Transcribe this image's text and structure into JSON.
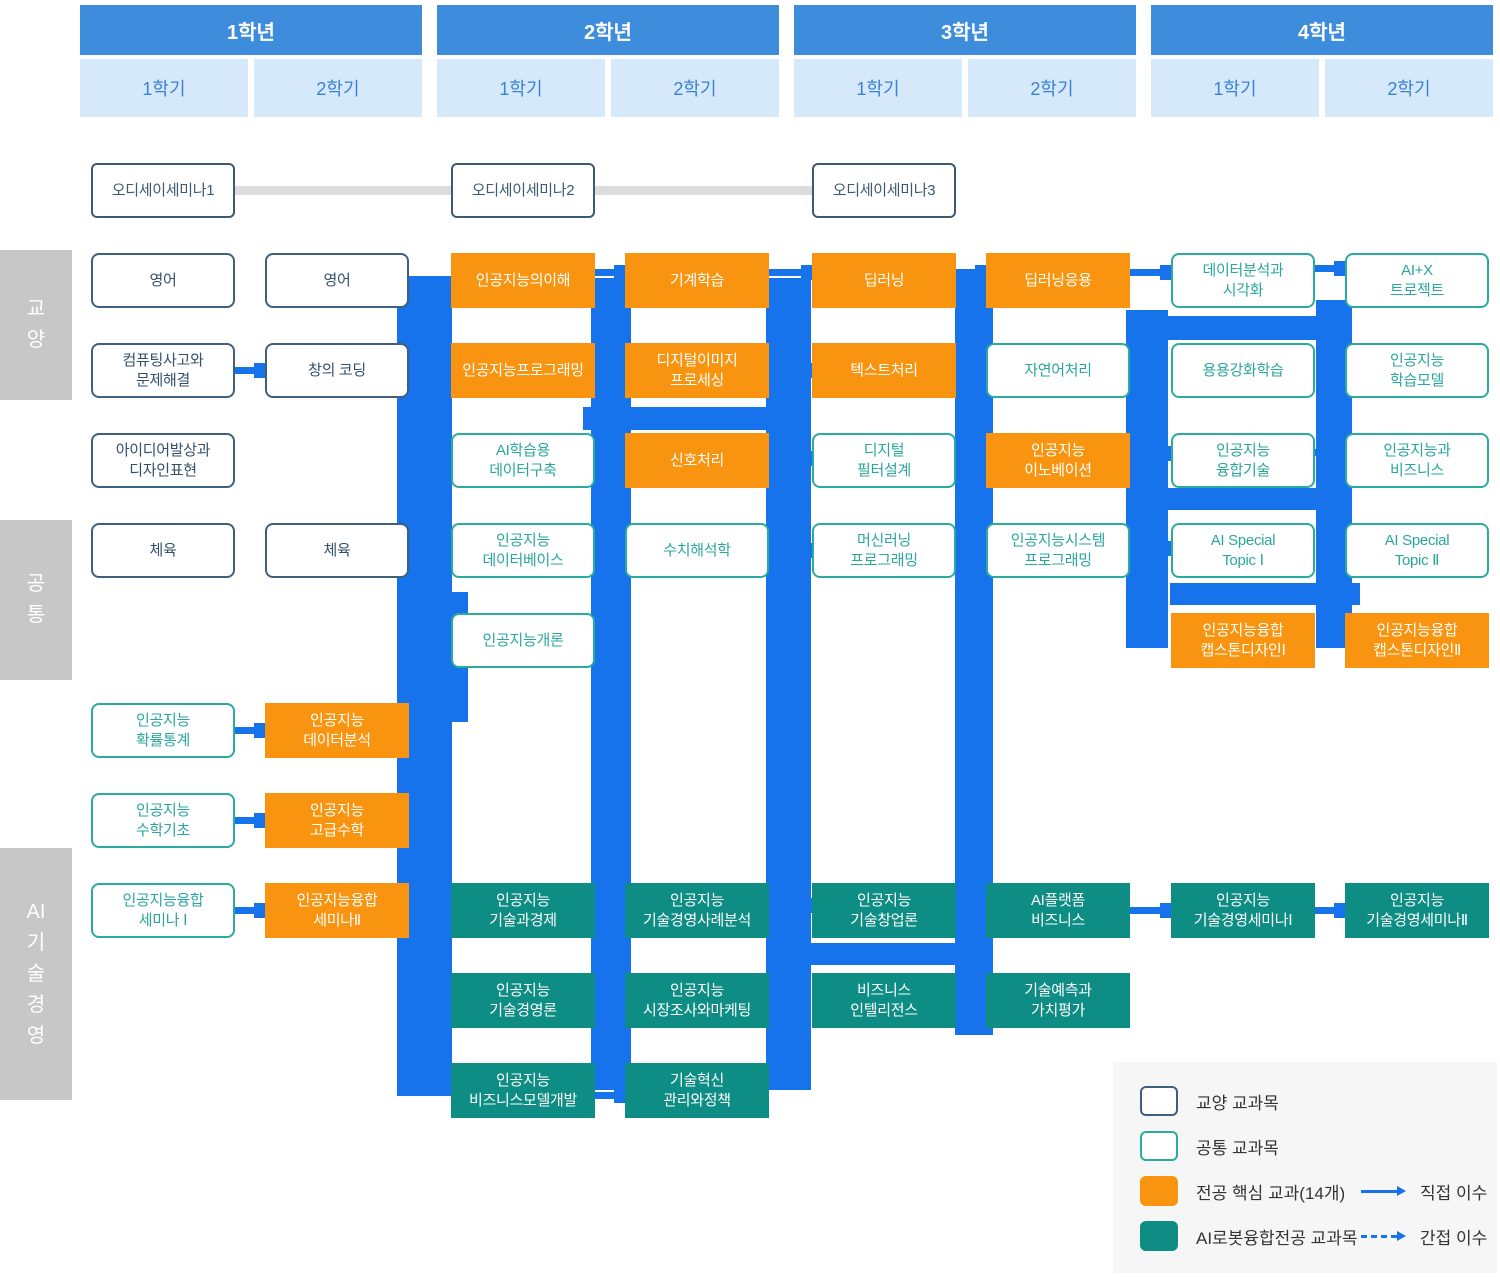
{
  "colors": {
    "year_header": "#3E8CDC",
    "semester_bg": "#D5E9FA",
    "semester_text": "#3B82D6",
    "connector_blue": "#1773EC",
    "core_orange": "#F8940F",
    "tech_teal": "#0E8D85",
    "common_border": "#2BAB9F",
    "liberal_border": "#3F5F7C",
    "section_gray": "#C7C7C7",
    "odyssey_connector_gray": "#DCDCDC",
    "legend_bg": "#F6F6F6"
  },
  "header": {
    "years": [
      {
        "label": "1학년",
        "semesters": [
          "1학기",
          "2학기"
        ]
      },
      {
        "label": "2학년",
        "semesters": [
          "1학기",
          "2학기"
        ]
      },
      {
        "label": "3학년",
        "semesters": [
          "1학기",
          "2학기"
        ]
      },
      {
        "label": "4학년",
        "semesters": [
          "1학기",
          "2학기"
        ]
      }
    ]
  },
  "sections": [
    {
      "id": "liberal",
      "text": "교\n양"
    },
    {
      "id": "common",
      "text": "공\n통"
    },
    {
      "id": "ai-tech",
      "text": "AI\n기\n술\n경\n영"
    }
  ],
  "odyssey": [
    {
      "label": "오디세이세미나1",
      "col": 1
    },
    {
      "label": "오디세이세미나2",
      "col": 3
    },
    {
      "label": "오디세이세미나3",
      "col": 5
    }
  ],
  "courses": [
    {
      "label": "영어",
      "type": "liberal",
      "col": 1,
      "row": 1
    },
    {
      "label": "영어",
      "type": "liberal",
      "col": 2,
      "row": 1
    },
    {
      "label": "컴퓨팅사고와\n문제해결",
      "type": "liberal",
      "col": 1,
      "row": 2
    },
    {
      "label": "창의 코딩",
      "type": "liberal",
      "col": 2,
      "row": 2
    },
    {
      "label": "아이디어발상과\n디자인표현",
      "type": "liberal",
      "col": 1,
      "row": 3
    },
    {
      "label": "체육",
      "type": "liberal",
      "col": 1,
      "row": 4
    },
    {
      "label": "체육",
      "type": "liberal",
      "col": 2,
      "row": 4
    },
    {
      "label": "인공지능의이해",
      "type": "core",
      "col": 3,
      "row": 1
    },
    {
      "label": "기계학습",
      "type": "core",
      "col": 4,
      "row": 1
    },
    {
      "label": "딥러닝",
      "type": "core",
      "col": 5,
      "row": 1
    },
    {
      "label": "딥러닝응용",
      "type": "core",
      "col": 6,
      "row": 1
    },
    {
      "label": "인공지능프로그래밍",
      "type": "core",
      "col": 3,
      "row": 2
    },
    {
      "label": "디지털이미지\n프로세싱",
      "type": "core",
      "col": 4,
      "row": 2
    },
    {
      "label": "텍스트처리",
      "type": "core",
      "col": 5,
      "row": 2
    },
    {
      "label": "신호처리",
      "type": "core",
      "col": 4,
      "row": 3
    },
    {
      "label": "인공지능\n이노베이션",
      "type": "core",
      "col": 6,
      "row": 3
    },
    {
      "label": "인공지능융합\n캡스톤디자인Ⅰ",
      "type": "core",
      "col": 7,
      "row": 5
    },
    {
      "label": "인공지능융합\n캡스톤디자인Ⅱ",
      "type": "core",
      "col": 8,
      "row": 5
    },
    {
      "label": "인공지능\n데이터분석",
      "type": "core",
      "col": 2,
      "row": 6
    },
    {
      "label": "인공지능\n고급수학",
      "type": "core",
      "col": 2,
      "row": 7
    },
    {
      "label": "인공지능융합\n세미나Ⅱ",
      "type": "core",
      "col": 2,
      "row": 8
    },
    {
      "label": "AI학습용\n데이터구축",
      "type": "common",
      "col": 3,
      "row": 3
    },
    {
      "label": "인공지능\n데이터베이스",
      "type": "common",
      "col": 3,
      "row": 4
    },
    {
      "label": "수치해석학",
      "type": "common",
      "col": 4,
      "row": 4
    },
    {
      "label": "인공지능개론",
      "type": "common",
      "col": 3,
      "row": 5
    },
    {
      "label": "자연어처리",
      "type": "common",
      "col": 6,
      "row": 2
    },
    {
      "label": "디지털\n필터설계",
      "type": "common",
      "col": 5,
      "row": 3
    },
    {
      "label": "머신러닝\n프로그래밍",
      "type": "common",
      "col": 5,
      "row": 4
    },
    {
      "label": "인공지능시스템\n프로그래밍",
      "type": "common",
      "col": 6,
      "row": 4
    },
    {
      "label": "데이터분석과\n시각화",
      "type": "common",
      "col": 7,
      "row": 1
    },
    {
      "label": "AI+X\n트로젝트",
      "type": "common",
      "col": 8,
      "row": 1
    },
    {
      "label": "용용강화학습",
      "type": "common",
      "col": 7,
      "row": 2
    },
    {
      "label": "인공지능\n학습모델",
      "type": "common",
      "col": 8,
      "row": 2
    },
    {
      "label": "인공지능\n융합기술",
      "type": "common",
      "col": 7,
      "row": 3
    },
    {
      "label": "인공지능과\n비즈니스",
      "type": "common",
      "col": 8,
      "row": 3
    },
    {
      "label": "AI Special\nTopic Ⅰ",
      "type": "common",
      "col": 7,
      "row": 4
    },
    {
      "label": "AI Special\nTopic Ⅱ",
      "type": "common",
      "col": 8,
      "row": 4
    },
    {
      "label": "인공지능\n확률통계",
      "type": "common",
      "col": 1,
      "row": 6
    },
    {
      "label": "인공지능\n수학기초",
      "type": "common",
      "col": 1,
      "row": 7
    },
    {
      "label": "인공지능융합\n세미나 Ⅰ",
      "type": "common",
      "col": 1,
      "row": 8
    },
    {
      "label": "인공지능\n기술과경제",
      "type": "tech",
      "col": 3,
      "row": 8
    },
    {
      "label": "인공지능\n기술경영사례분석",
      "type": "tech",
      "col": 4,
      "row": 8
    },
    {
      "label": "인공지능\n기술창업론",
      "type": "tech",
      "col": 5,
      "row": 8
    },
    {
      "label": "AI플랫폼\n비즈니스",
      "type": "tech",
      "col": 6,
      "row": 8
    },
    {
      "label": "인공지능\n기술경영세미나Ⅰ",
      "type": "tech",
      "col": 7,
      "row": 8
    },
    {
      "label": "인공지능\n기술경영세미나Ⅱ",
      "type": "tech",
      "col": 8,
      "row": 8
    },
    {
      "label": "인공지능\n기술경영론",
      "type": "tech",
      "col": 3,
      "row": 9
    },
    {
      "label": "인공지능\n시장조사와마케팅",
      "type": "tech",
      "col": 4,
      "row": 9
    },
    {
      "label": "비즈니스\n인텔리전스",
      "type": "tech",
      "col": 5,
      "row": 9
    },
    {
      "label": "기술예측과\n가치평가",
      "type": "tech",
      "col": 6,
      "row": 9
    },
    {
      "label": "인공지능\n비즈니스모델개발",
      "type": "tech",
      "col": 3,
      "row": 10
    },
    {
      "label": "기술혁신\n관리와정책",
      "type": "tech",
      "col": 4,
      "row": 10
    }
  ],
  "legend": {
    "items": [
      {
        "type": "liberal",
        "label": "교양 교과목"
      },
      {
        "type": "common",
        "label": "공통 교과목"
      },
      {
        "type": "core",
        "label": "전공 핵심 교과(14개)"
      },
      {
        "type": "tech",
        "label": "AI로봇융합전공 교과목"
      }
    ],
    "arrows": [
      {
        "style": "solid",
        "label": "직접 이수"
      },
      {
        "style": "dashed",
        "label": "간접 이수"
      }
    ]
  }
}
